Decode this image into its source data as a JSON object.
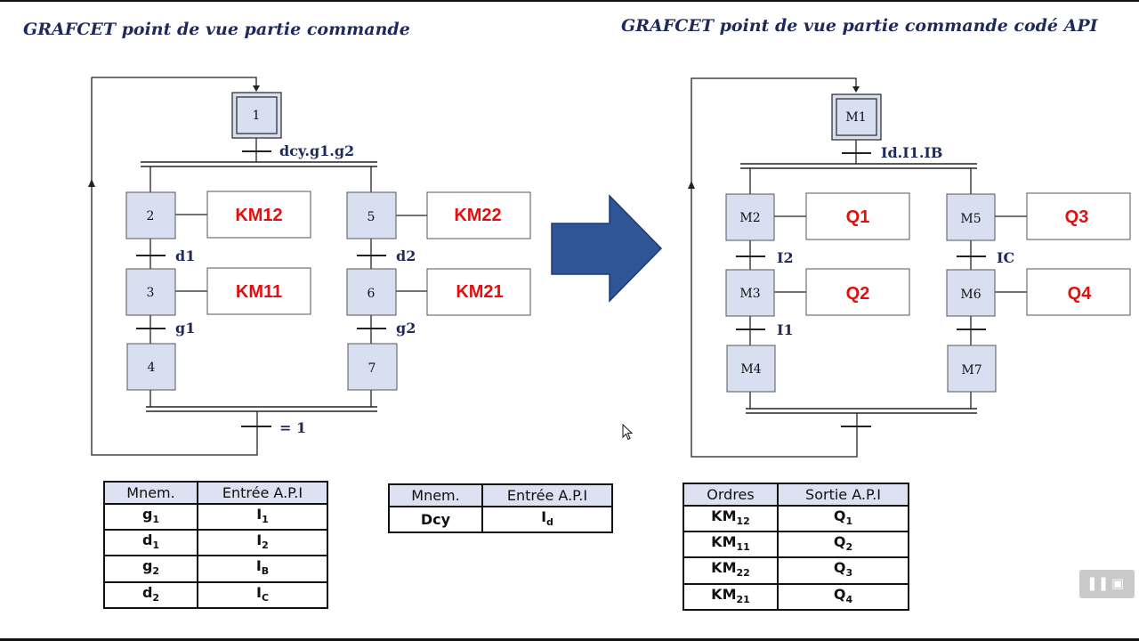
{
  "left_title": "GRAFCET point de vue partie commande",
  "right_title": "GRAFCET point de vue partie commande codé API",
  "left_grafcet": {
    "initial_step": "1",
    "steps": {
      "s2": "2",
      "s3": "3",
      "s4": "4",
      "s5": "5",
      "s6": "6",
      "s7": "7"
    },
    "actions": {
      "a2": "KM12",
      "a3": "KM11",
      "a5": "KM22",
      "a6": "KM21"
    },
    "transitions": {
      "t_start": "dcy.g1.g2",
      "t_2_3": "d1",
      "t_3_4": "g1",
      "t_5_6": "d2",
      "t_6_7": "g2",
      "t_end": "= 1"
    }
  },
  "right_grafcet": {
    "initial_step": "M1",
    "steps": {
      "s2": "M2",
      "s3": "M3",
      "s4": "M4",
      "s5": "M5",
      "s6": "M6",
      "s7": "M7"
    },
    "actions": {
      "a2": "Q1",
      "a3": "Q2",
      "a5": "Q3",
      "a6": "Q4"
    },
    "transitions": {
      "t_start": "Id.I1.IB",
      "t_2_3": "I2",
      "t_3_4": "I1",
      "t_5_6": "IC"
    }
  },
  "colors": {
    "title": "#1f2a5a",
    "action_text": "#e01010",
    "arrow": "#2f5597",
    "header_fill": "#dde1f2",
    "step_fill": "#d7dff0"
  },
  "table_inputs": {
    "headers": [
      "Mnem.",
      "Entrée A.P.I"
    ],
    "rows": [
      {
        "mnem": "g",
        "sub": "1",
        "io": "I",
        "io_sub": "1"
      },
      {
        "mnem": "d",
        "sub": "1",
        "io": "I",
        "io_sub": "2"
      },
      {
        "mnem": "g",
        "sub": "2",
        "io": "I",
        "io_sub": "B"
      },
      {
        "mnem": "d",
        "sub": "2",
        "io": "I",
        "io_sub": "C"
      }
    ]
  },
  "table_dcy": {
    "headers": [
      "Mnem.",
      "Entrée A.P.I"
    ],
    "rows": [
      {
        "mnem": "Dcy",
        "sub": "",
        "io": "I",
        "io_sub": "d"
      }
    ]
  },
  "table_outputs": {
    "headers": [
      "Ordres",
      "Sortie A.P.I"
    ],
    "rows": [
      {
        "mnem": "KM",
        "sub": "12",
        "io": "Q",
        "io_sub": "1"
      },
      {
        "mnem": "KM",
        "sub": "11",
        "io": "Q",
        "io_sub": "2"
      },
      {
        "mnem": "KM",
        "sub": "22",
        "io": "Q",
        "io_sub": "3"
      },
      {
        "mnem": "KM",
        "sub": "21",
        "io": "Q",
        "io_sub": "4"
      }
    ]
  },
  "player_controls": {
    "pause_icon": "pause-icon",
    "screen_icon": "screen-icon"
  }
}
